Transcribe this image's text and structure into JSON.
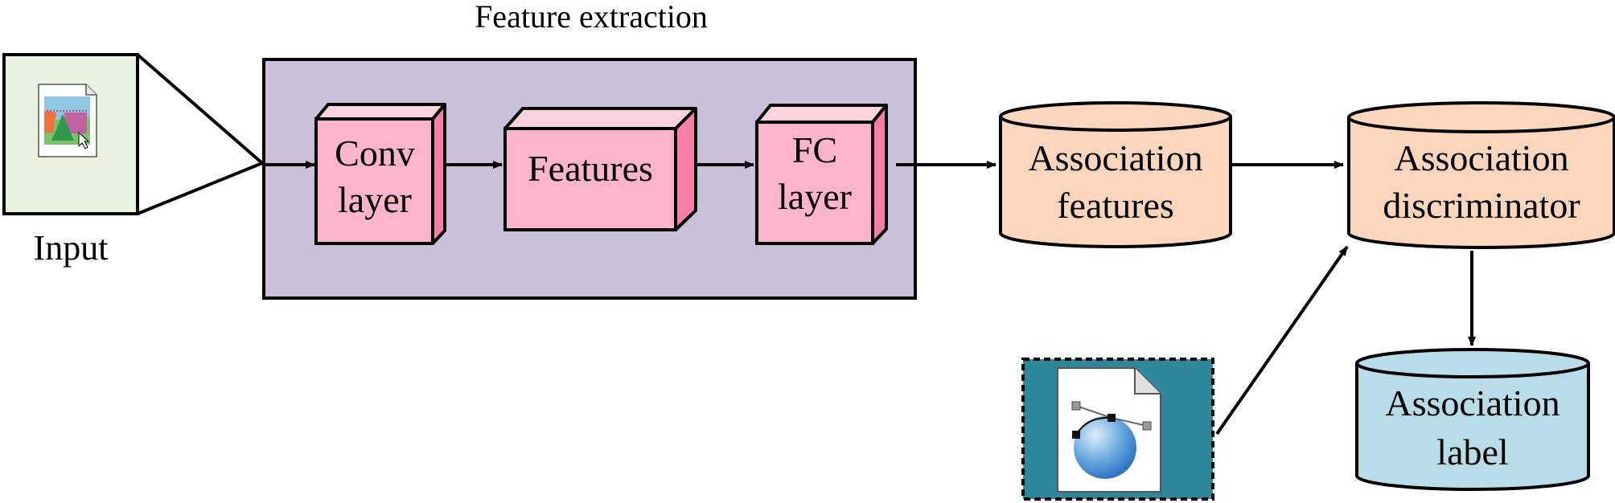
{
  "title": "Feature extraction",
  "input": {
    "label": "Input"
  },
  "blocks": {
    "conv": {
      "line1": "Conv",
      "line2": "layer"
    },
    "features": {
      "label": "Features"
    },
    "fc": {
      "line1": "FC",
      "line2": "layer"
    }
  },
  "cylinders": {
    "assoc_features": {
      "line1": "Association",
      "line2": "features"
    },
    "assoc_discriminator": {
      "line1": "Association",
      "line2": "discriminator"
    },
    "assoc_label": {
      "line1": "Association",
      "line2": "label"
    }
  },
  "colors": {
    "input_bg": "#eaf2df",
    "panel_bg": "#cac0d9",
    "block_front": "#fcb3cc",
    "block_top": "#fdd3e0",
    "block_side": "#f77ea8",
    "cyl_orange": "#fbd6bc",
    "cyl_blue": "#b8dde8",
    "vector_bg": "#2e879a"
  },
  "icons": {
    "input": "image-file-icon",
    "vector": "vector-curve-file-icon"
  }
}
